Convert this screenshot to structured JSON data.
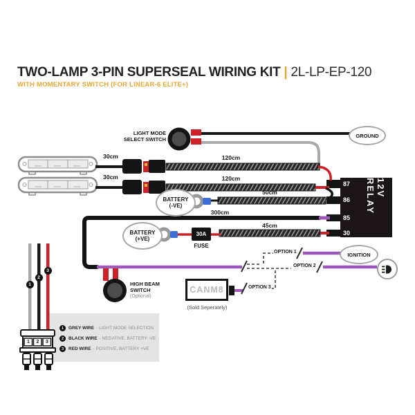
{
  "header": {
    "title_main": "TWO-LAMP 3-PIN SUPERSEAL WIRING KIT",
    "title_sep": "|",
    "title_code": "2L-LP-EP-120",
    "subtitle": "WITH MOMENTARY SWITCH (FOR LINEAR-6 ELITE+)"
  },
  "colors": {
    "accent_orange": "#EAA636",
    "wire_purple": "#9C59B8",
    "wire_red": "#CC2127",
    "wire_grey": "#A9A9A9",
    "wire_black": "#141414",
    "relay_bg": "#1C1518",
    "legend_bg": "#E4E4E4",
    "connector_blue": "#3E6FD8"
  },
  "diagram": {
    "light_mode_switch": {
      "line1": "LIGHT MODE",
      "line2": "SELECT SWITCH"
    },
    "ground": {
      "label": "GROUND"
    },
    "ignition": {
      "label": "IGNITION"
    },
    "battery_neg": {
      "line1": "BATTERY",
      "line2": "(-VE)"
    },
    "battery_pos": {
      "line1": "BATTERY",
      "line2": "(+VE)"
    },
    "fuse": {
      "rating": "30A",
      "label": "FUSE"
    },
    "relay": {
      "label": "12V RELAY",
      "pins": [
        "87",
        "86",
        "85",
        "30"
      ]
    },
    "wire_lengths": {
      "lamp1": "30cm",
      "lamp2": "30cm",
      "loom1": "120cm",
      "loom2": "120cm",
      "battery_neg": "50cm",
      "main": "300cm",
      "battery_pos": "45cm"
    },
    "options": [
      "OPTION 1",
      "OPTION 2",
      "OPTION 3"
    ],
    "high_beam_switch": {
      "line1": "HIGH BEAM",
      "line2": "SWITCH",
      "note": "(Optional)"
    },
    "canm8": {
      "label": "CANM8",
      "note": "(Sold Seperately)"
    },
    "connector_pins": [
      "1",
      "2",
      "3"
    ],
    "wire_badges": [
      "1",
      "2",
      "3"
    ]
  },
  "legend": {
    "items": [
      {
        "num": "1",
        "name": "GREY WIRE",
        "desc": "- LIGHT MODE SELECTION"
      },
      {
        "num": "2",
        "name": "BLACK WIRE",
        "desc": "- NEGATIVE, BATTERY -VE"
      },
      {
        "num": "3",
        "name": "RED WIRE",
        "desc": "- POSITIVE, BATTERY +VE"
      }
    ]
  }
}
